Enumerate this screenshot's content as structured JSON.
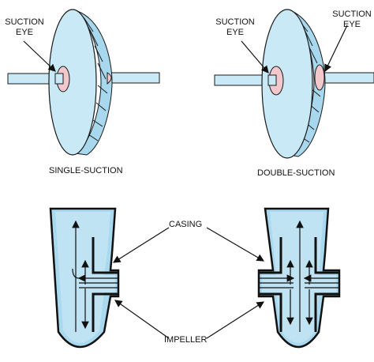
{
  "labels": {
    "suction_eye_single_line1": "SUCTION",
    "suction_eye_single_line2": "EYE",
    "suction_eye_double_left_line1": "SUCTION",
    "suction_eye_double_left_line2": "EYE",
    "suction_eye_double_right_line1": "SUCTION",
    "suction_eye_double_right_line2": "EYE",
    "single_suction": "SINGLE-SUCTION",
    "double_suction": "DOUBLE-SUCTION",
    "casing": "CASING",
    "impeller": "IMPELLER"
  },
  "colors": {
    "impeller_fill": "#c9e9f6",
    "impeller_face": "#b5def0",
    "eye_fill": "#f2c8cc",
    "shaft_fill": "#c9e9f6",
    "outline": "#1a1a1a",
    "casing_fill": "#a9d9ef"
  }
}
